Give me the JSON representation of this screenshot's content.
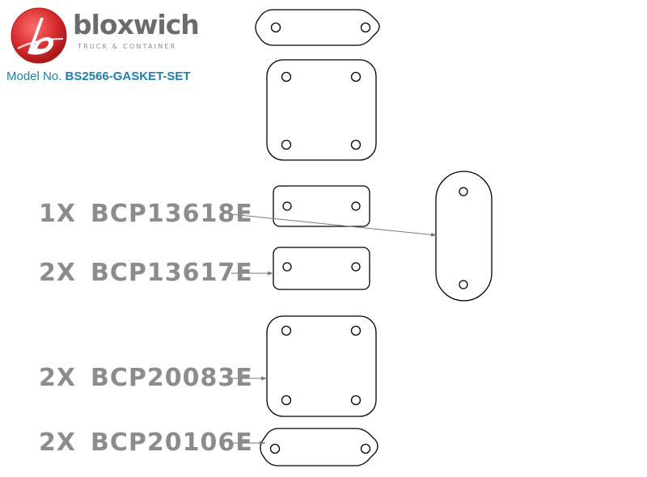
{
  "brand": {
    "name": "bloxwich",
    "tagline": "TRUCK & CONTAINER",
    "logo_icon": "bloxwich-b-logo",
    "logo_color": "#d52b2b"
  },
  "model": {
    "label": "Model No.",
    "value": "BS2566-GASKET-SET",
    "color": "#1a7fb5"
  },
  "callouts": [
    {
      "qty": "1X",
      "part": "BCP13618E"
    },
    {
      "qty": "2X",
      "part": "BCP13617E"
    },
    {
      "qty": "2X",
      "part": "BCP20083E"
    },
    {
      "qty": "2X",
      "part": "BCP20106E"
    }
  ],
  "colors": {
    "label_gray": "#8c8c8c",
    "outline": "#000000"
  }
}
